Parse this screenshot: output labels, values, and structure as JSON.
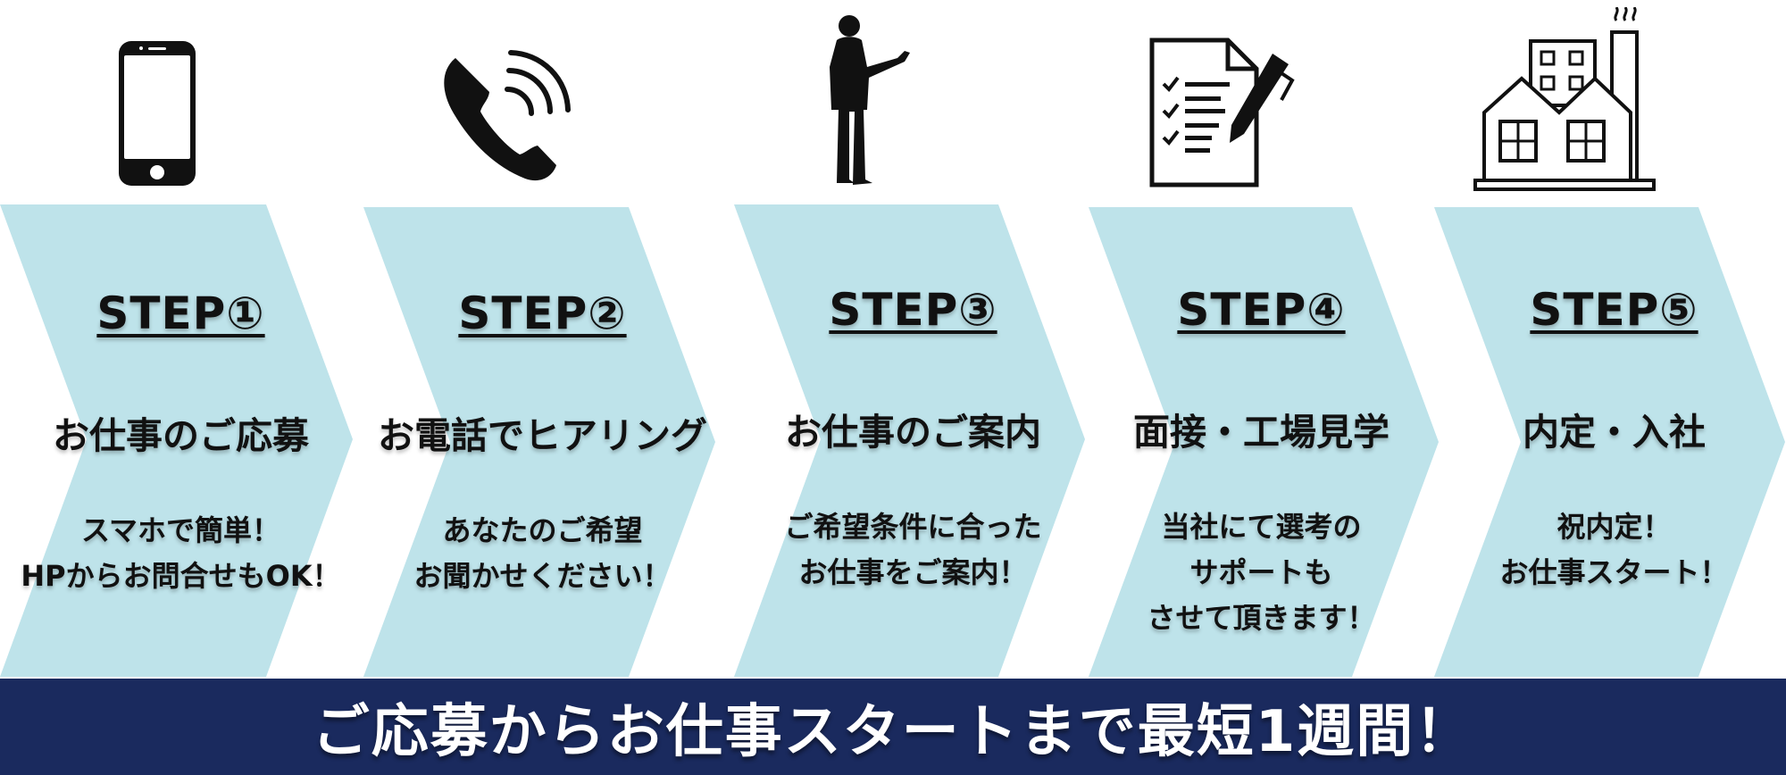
{
  "steps": [
    {
      "title": "STEP①",
      "heading": "お仕事のご応募",
      "desc": [
        "スマホで簡単！",
        "HPからお問合せもOK！"
      ],
      "icon": "smartphone-icon"
    },
    {
      "title": "STEP②",
      "heading": "お電話でヒアリング",
      "desc": [
        "あなたのご希望",
        "お聞かせください！"
      ],
      "icon": "phone-call-icon"
    },
    {
      "title": "STEP③",
      "heading": "お仕事のご案内",
      "desc": [
        "ご希望条件に合った",
        "お仕事をご案内！"
      ],
      "icon": "presenter-icon"
    },
    {
      "title": "STEP④",
      "heading": "面接・工場見学",
      "desc": [
        "当社にて選考の",
        "サポートも",
        "させて頂きます！"
      ],
      "icon": "checklist-pen-icon"
    },
    {
      "title": "STEP⑤",
      "heading": "内定・入社",
      "desc": [
        "祝内定！",
        "お仕事スタート！"
      ],
      "icon": "factory-icon"
    }
  ],
  "banner": {
    "text": "ご応募からお仕事スタートまで最短1週間！"
  },
  "colors": {
    "chevron": "#bee3ea",
    "banner": "#1a2a5e",
    "text": "#111111"
  }
}
